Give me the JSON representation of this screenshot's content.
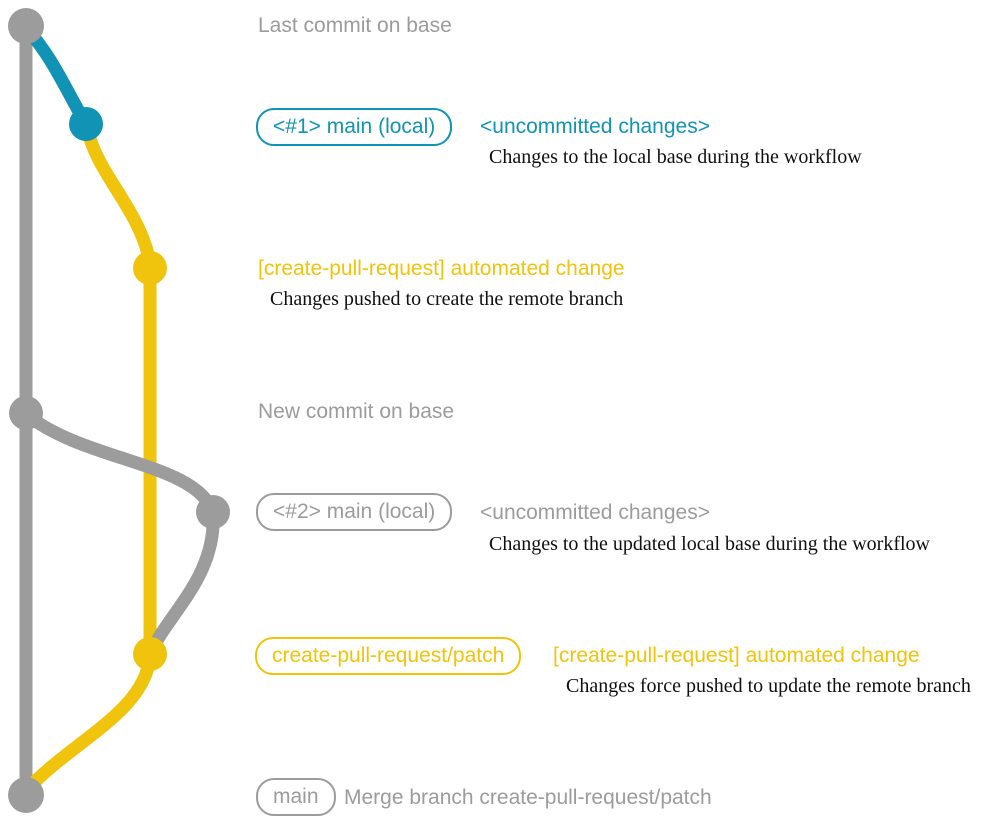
{
  "colors": {
    "gray": "#9c9c9c",
    "blue": "#1193b5",
    "yellow": "#f0c30d",
    "ink": "#101010"
  },
  "graph": {
    "commit_dots": [
      "last-commit-on-base",
      "main-local-1",
      "create-pull-request-1",
      "new-commit-on-base",
      "main-local-2",
      "create-pull-request-2",
      "merge-commit"
    ]
  },
  "rows": [
    {
      "message": "Last commit on base"
    },
    {
      "tag": "<#1> main (local)",
      "message": "<uncommitted changes>",
      "note": "Changes to the local base during the workflow"
    },
    {
      "message": "[create-pull-request] automated change",
      "note": "Changes pushed to create the remote branch"
    },
    {
      "message": "New commit on base"
    },
    {
      "tag": "<#2> main (local)",
      "message": "<uncommitted changes>",
      "note": "Changes to the updated local base during the workflow"
    },
    {
      "tag": "create-pull-request/patch",
      "message": "[create-pull-request] automated change",
      "note": "Changes force pushed to update the remote branch"
    },
    {
      "tag": "main",
      "message": "Merge branch create-pull-request/patch"
    }
  ]
}
